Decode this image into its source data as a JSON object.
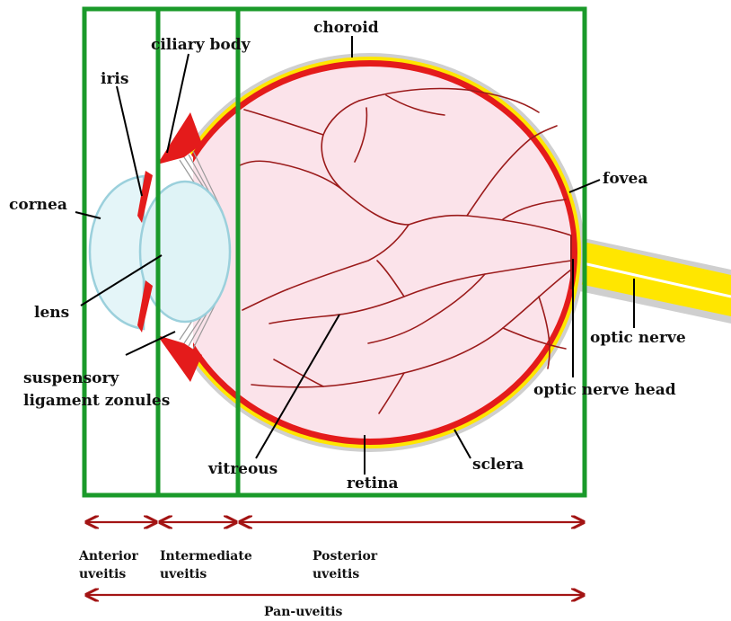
{
  "structure_labels": {
    "choroid": "choroid",
    "ciliary_body": "ciliary body",
    "iris": "iris",
    "cornea": "cornea",
    "lens": "lens",
    "suspensory_line1": "suspensory",
    "suspensory_line2": "ligament zonules",
    "vitreous": "vitreous",
    "retina": "retina",
    "sclera": "sclera",
    "fovea": "fovea",
    "optic_nerve": "optic nerve",
    "optic_nerve_head": "optic nerve head"
  },
  "zone_labels": {
    "anterior_line1": "Anterior",
    "anterior_line2": "uveitis",
    "intermediate_line1": "Intermediate",
    "intermediate_line2": "uveitis",
    "posterior_line1": "Posterior",
    "posterior_line2": "uveitis",
    "pan": "Pan-uveitis"
  },
  "colors": {
    "zone_box": "#1a9a2a",
    "arrow": "#a31414",
    "choroid": "#e41b1b",
    "retina_layer": "#ffe600",
    "sclera": "#cfcfcf",
    "vitreous": "#fbe3ea",
    "lens": "#dff3f6",
    "vessels": "#9b1b1b"
  }
}
